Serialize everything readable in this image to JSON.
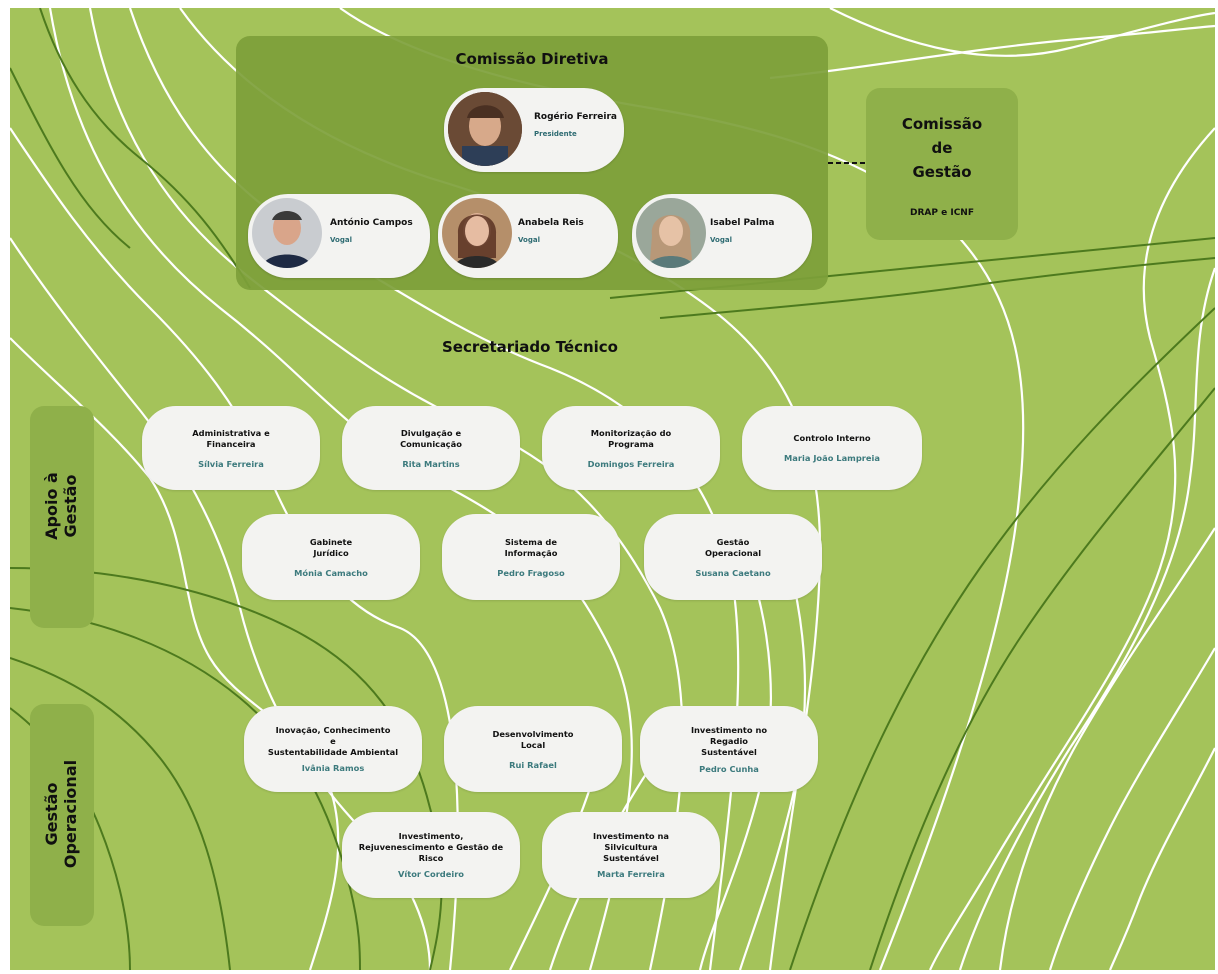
{
  "colors": {
    "background": "#a4c35a",
    "panel": "#7d9f3a",
    "card": "#f3f3f1",
    "role_text": "#2e6b72",
    "contour_dark": "#4d7a1e",
    "contour_light": "#ffffff"
  },
  "direction": {
    "title": "Comissão Diretiva",
    "president": {
      "name": "Rogério Ferreira",
      "role": "Presidente"
    },
    "members": [
      {
        "name": "António Campos",
        "role": "Vogal"
      },
      {
        "name": "Anabela Reis",
        "role": "Vogal"
      },
      {
        "name": "Isabel Palma",
        "role": "Vogal"
      }
    ]
  },
  "management": {
    "title": "Comissão\nde\nGestão",
    "subtitle": "DRAP e ICNF"
  },
  "secretariat": {
    "title": "Secretariado Técnico"
  },
  "side_labels": {
    "support": "Apoio à\nGestão",
    "operational": "Gestão\nOperacional"
  },
  "support_units": [
    {
      "title": "Administrativa e\nFinanceira",
      "person": "Sílvia Ferreira"
    },
    {
      "title": "Divulgação e\nComunicação",
      "person": "Rita Martins"
    },
    {
      "title": "Monitorização do\nPrograma",
      "person": "Domingos Ferreira"
    },
    {
      "title": "Controlo Interno",
      "person": "Maria João Lampreia"
    },
    {
      "title": "Gabinete\nJurídico",
      "person": "Mónia Camacho"
    },
    {
      "title": "Sistema de\nInformação",
      "person": "Pedro Fragoso"
    },
    {
      "title": "Gestão\nOperacional",
      "person": "Susana Caetano"
    }
  ],
  "operational_units": [
    {
      "title": "Inovação, Conhecimento\ne\nSustentabilidade Ambiental",
      "person": "Ivânia Ramos"
    },
    {
      "title": "Desenvolvimento\nLocal",
      "person": "Rui Rafael"
    },
    {
      "title": "Investimento no\nRegadio\nSustentável",
      "person": "Pedro Cunha"
    },
    {
      "title": "Investimento,\nRejuvenescimento e Gestão de\nRisco",
      "person": "Vítor Cordeiro"
    },
    {
      "title": "Investimento na\nSilvicultura\nSustentável",
      "person": "Marta Ferreira"
    }
  ]
}
